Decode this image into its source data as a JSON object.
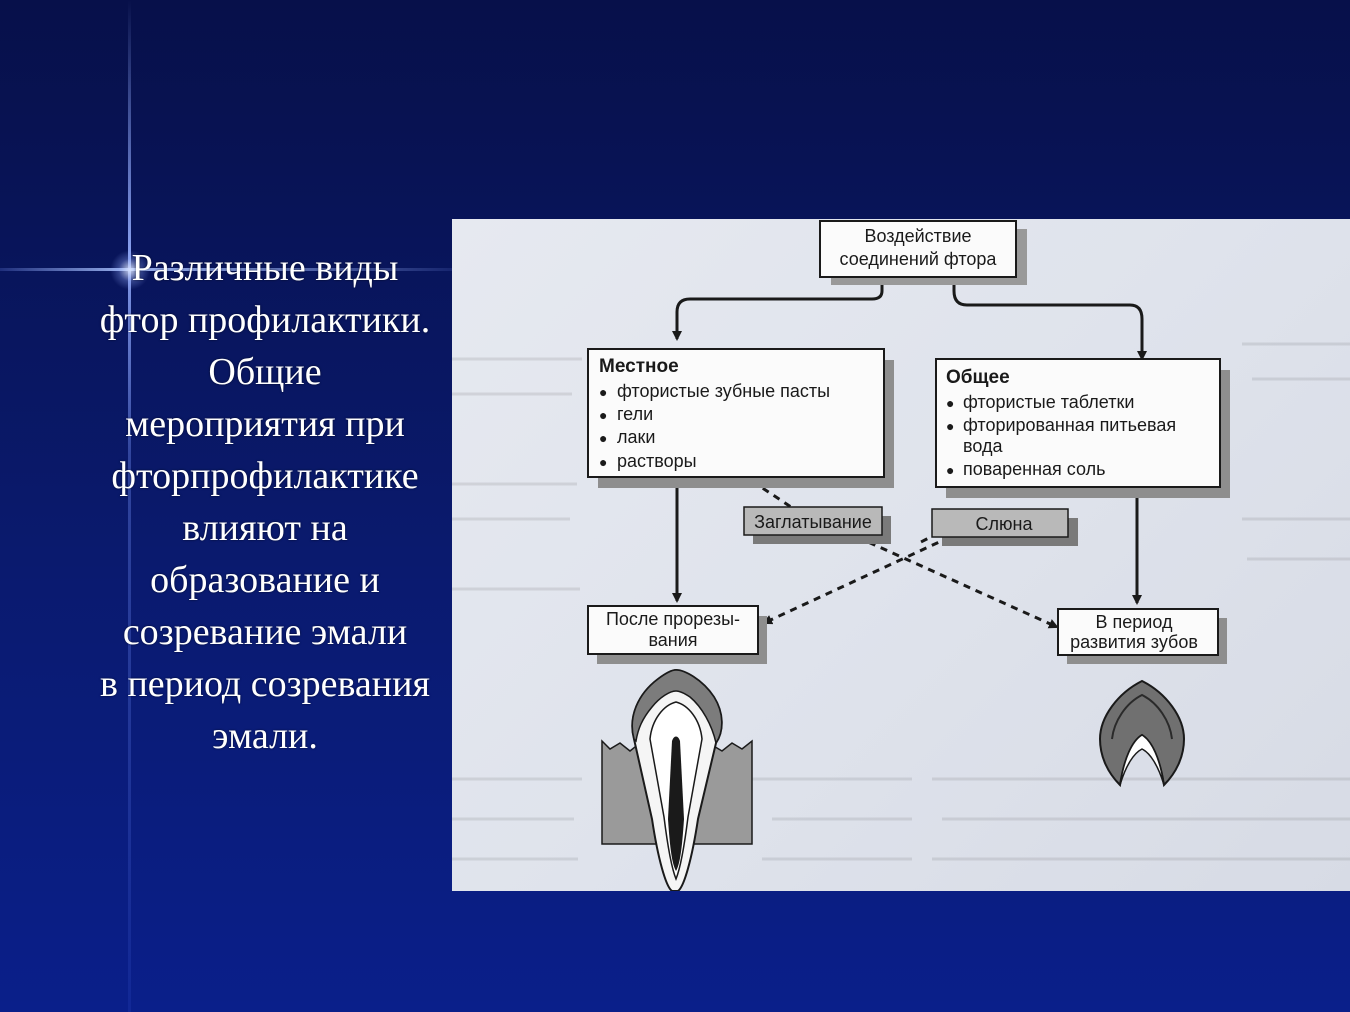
{
  "caption_lines": [
    "Различные виды",
    "фтор профилактики.",
    "Общие",
    "мероприятия при",
    "фторпрофилактике",
    "влияют на",
    "образование и",
    "созревание эмали",
    "в период созревания",
    "эмали."
  ],
  "diagram": {
    "root": [
      "Воздействие",
      "соединений фтора"
    ],
    "local": {
      "title": "Местное",
      "items": [
        "фтористые зубные пасты",
        "гели",
        "лаки",
        "растворы"
      ]
    },
    "general": {
      "title": "Общее",
      "items": [
        "фтористые таблетки",
        "фторированная питьевая",
        "вода",
        "поваренная соль"
      ]
    },
    "swallowing": "Заглатывание",
    "saliva": "Слюна",
    "after_eruption": [
      "После прорезы-",
      "вания"
    ],
    "during_development": [
      "В период",
      "развития зубов"
    ],
    "bullet": "●"
  },
  "colors": {
    "slide_bg": "#0a1a6e",
    "figure_bg": "#e2e6ee",
    "caption_text": "#ffffff"
  }
}
